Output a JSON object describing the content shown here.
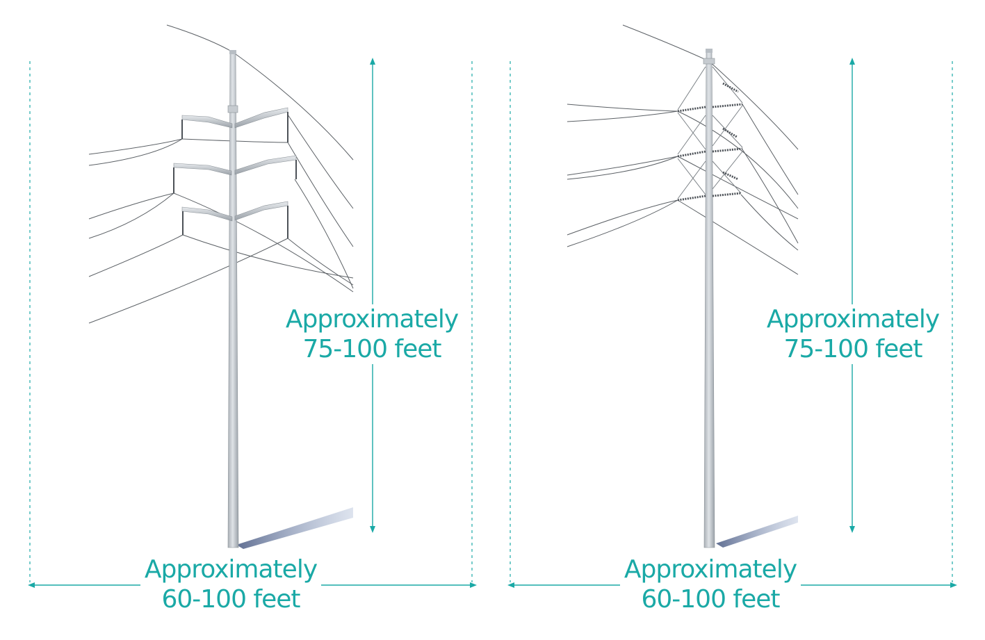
{
  "colors": {
    "accent": "#1aa9a6",
    "pole": "#c9ced3",
    "pole_shade": "#9aa1a8",
    "wire": "#5a5f64",
    "shadow": "#6f7f9e"
  },
  "structures": [
    {
      "height_label": {
        "line1": "Approximately",
        "line2": "75-100 feet"
      },
      "width_label": {
        "line1": "Approximately",
        "line2": "60-100 feet"
      }
    },
    {
      "height_label": {
        "line1": "Approximately",
        "line2": "75-100 feet"
      },
      "width_label": {
        "line1": "Approximately",
        "line2": "60-100 feet"
      }
    }
  ]
}
